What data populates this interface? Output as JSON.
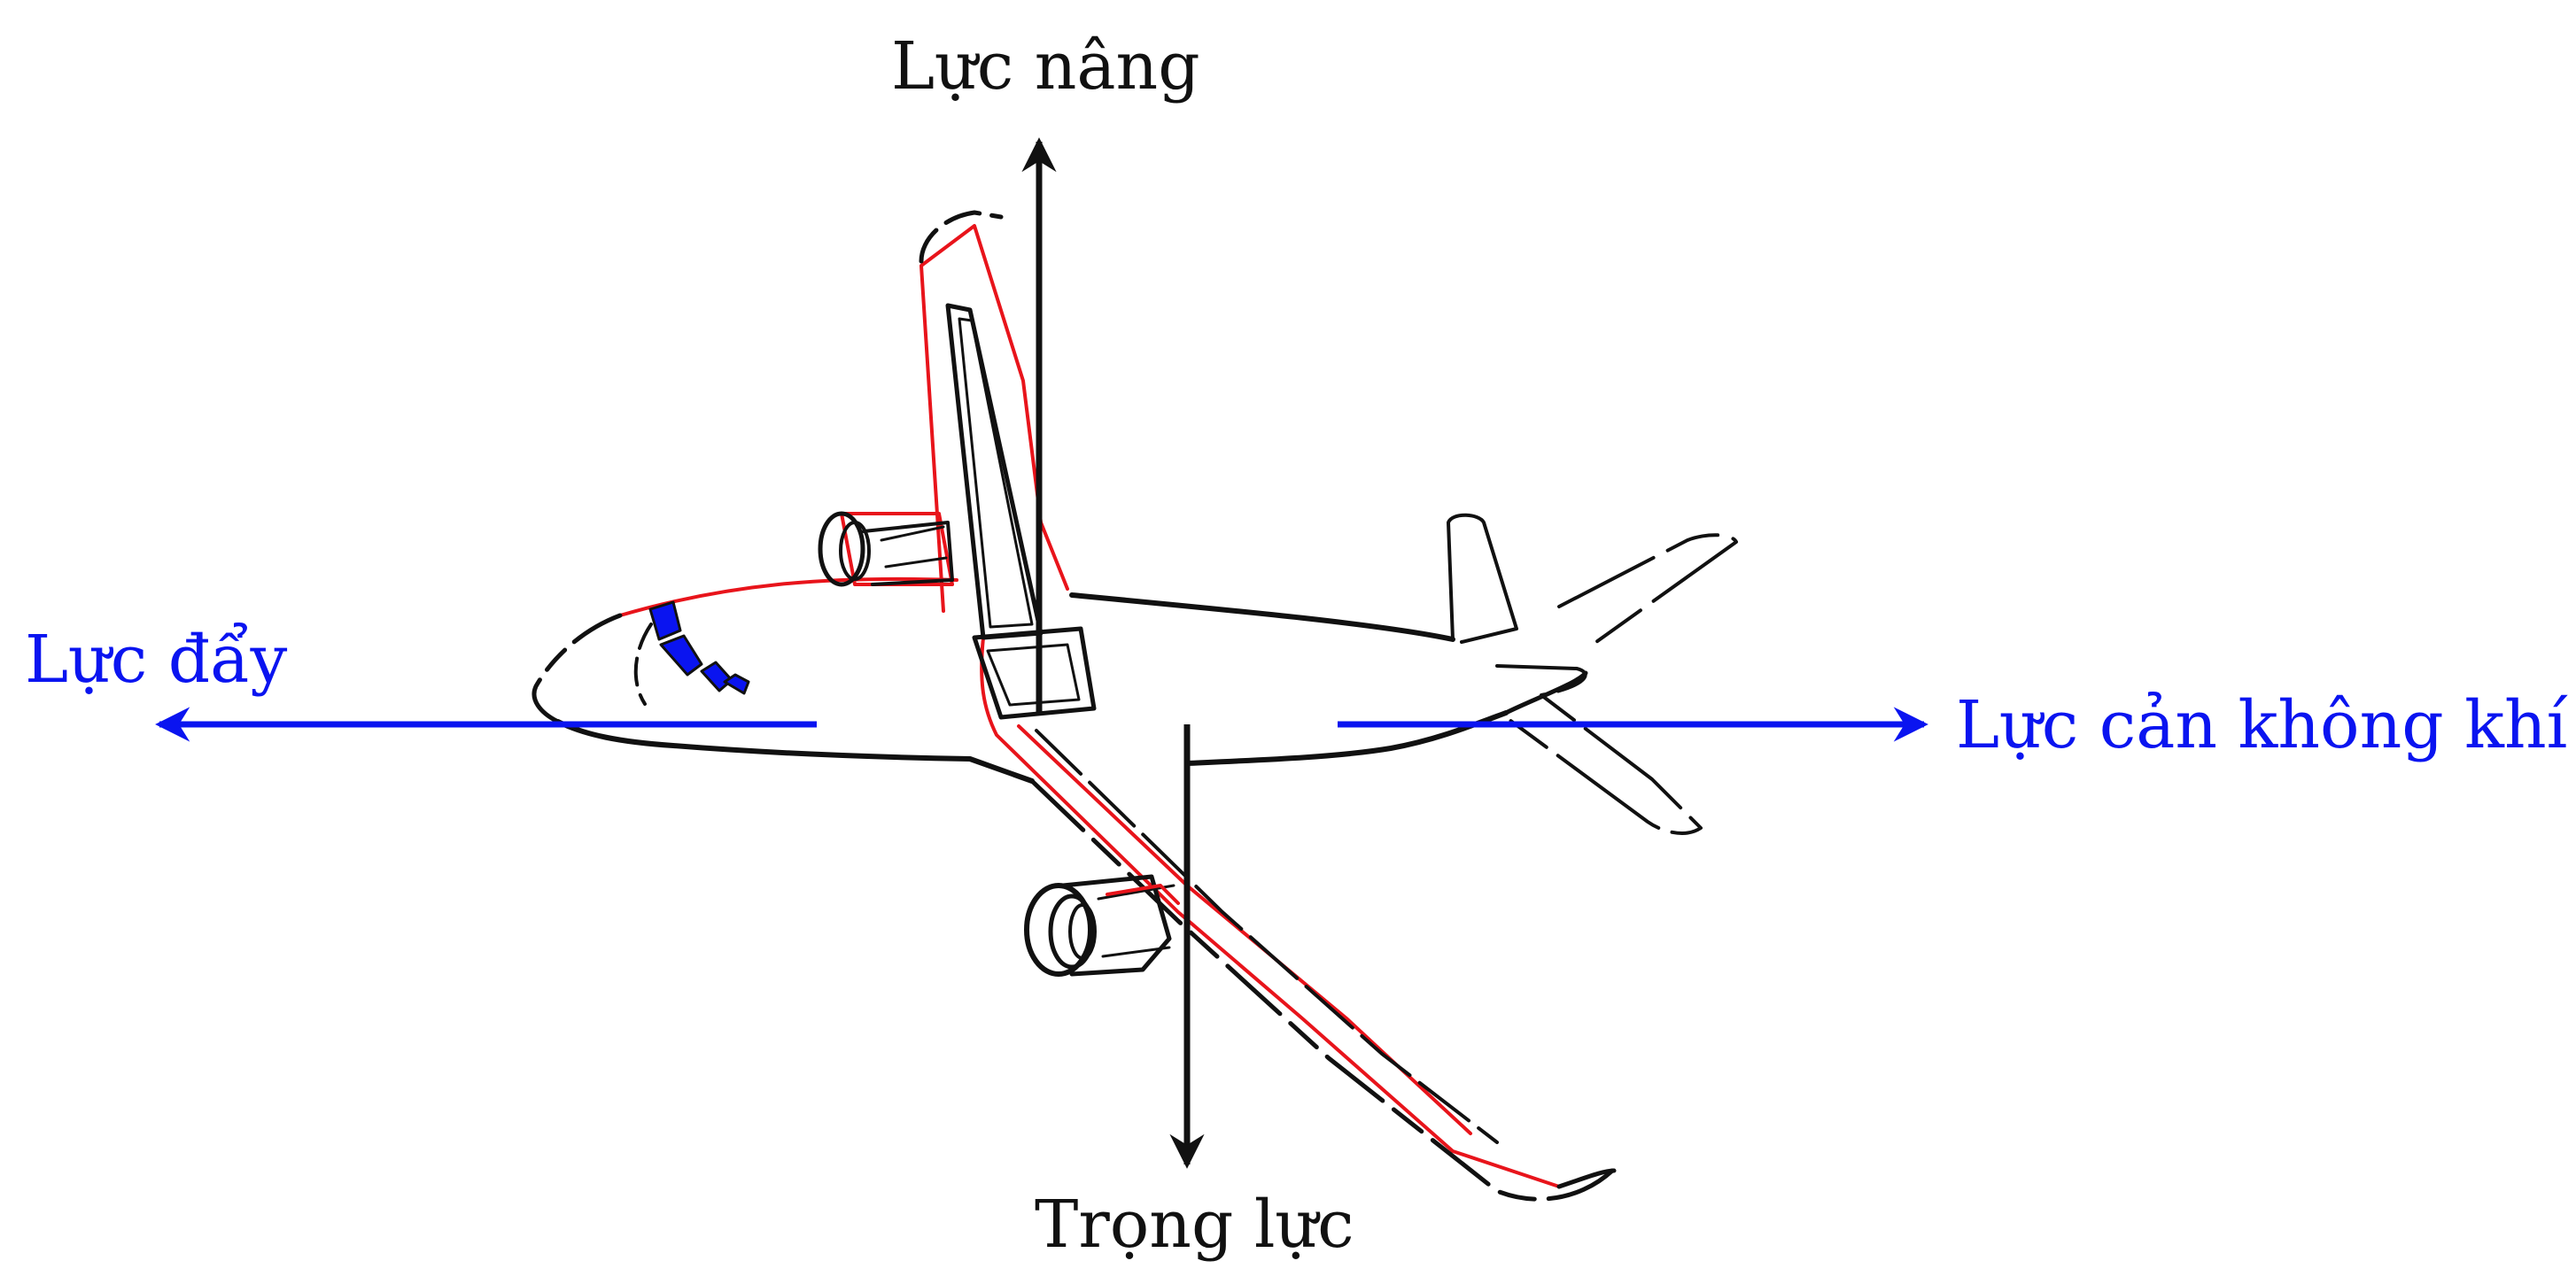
{
  "labels": {
    "lift": "Lực nâng",
    "thrust": "Lực đẩy",
    "drag": "Lực cản không khí",
    "weight": "Trọng lực"
  },
  "colors": {
    "force_vertical": "#111111",
    "force_horizontal": "#0a14f0",
    "outline": "#111111",
    "trim": "#e8141b",
    "windows": "#0a14f0"
  },
  "icons": {
    "airplane": "airplane-icon",
    "arrows": "arrow-icon"
  }
}
